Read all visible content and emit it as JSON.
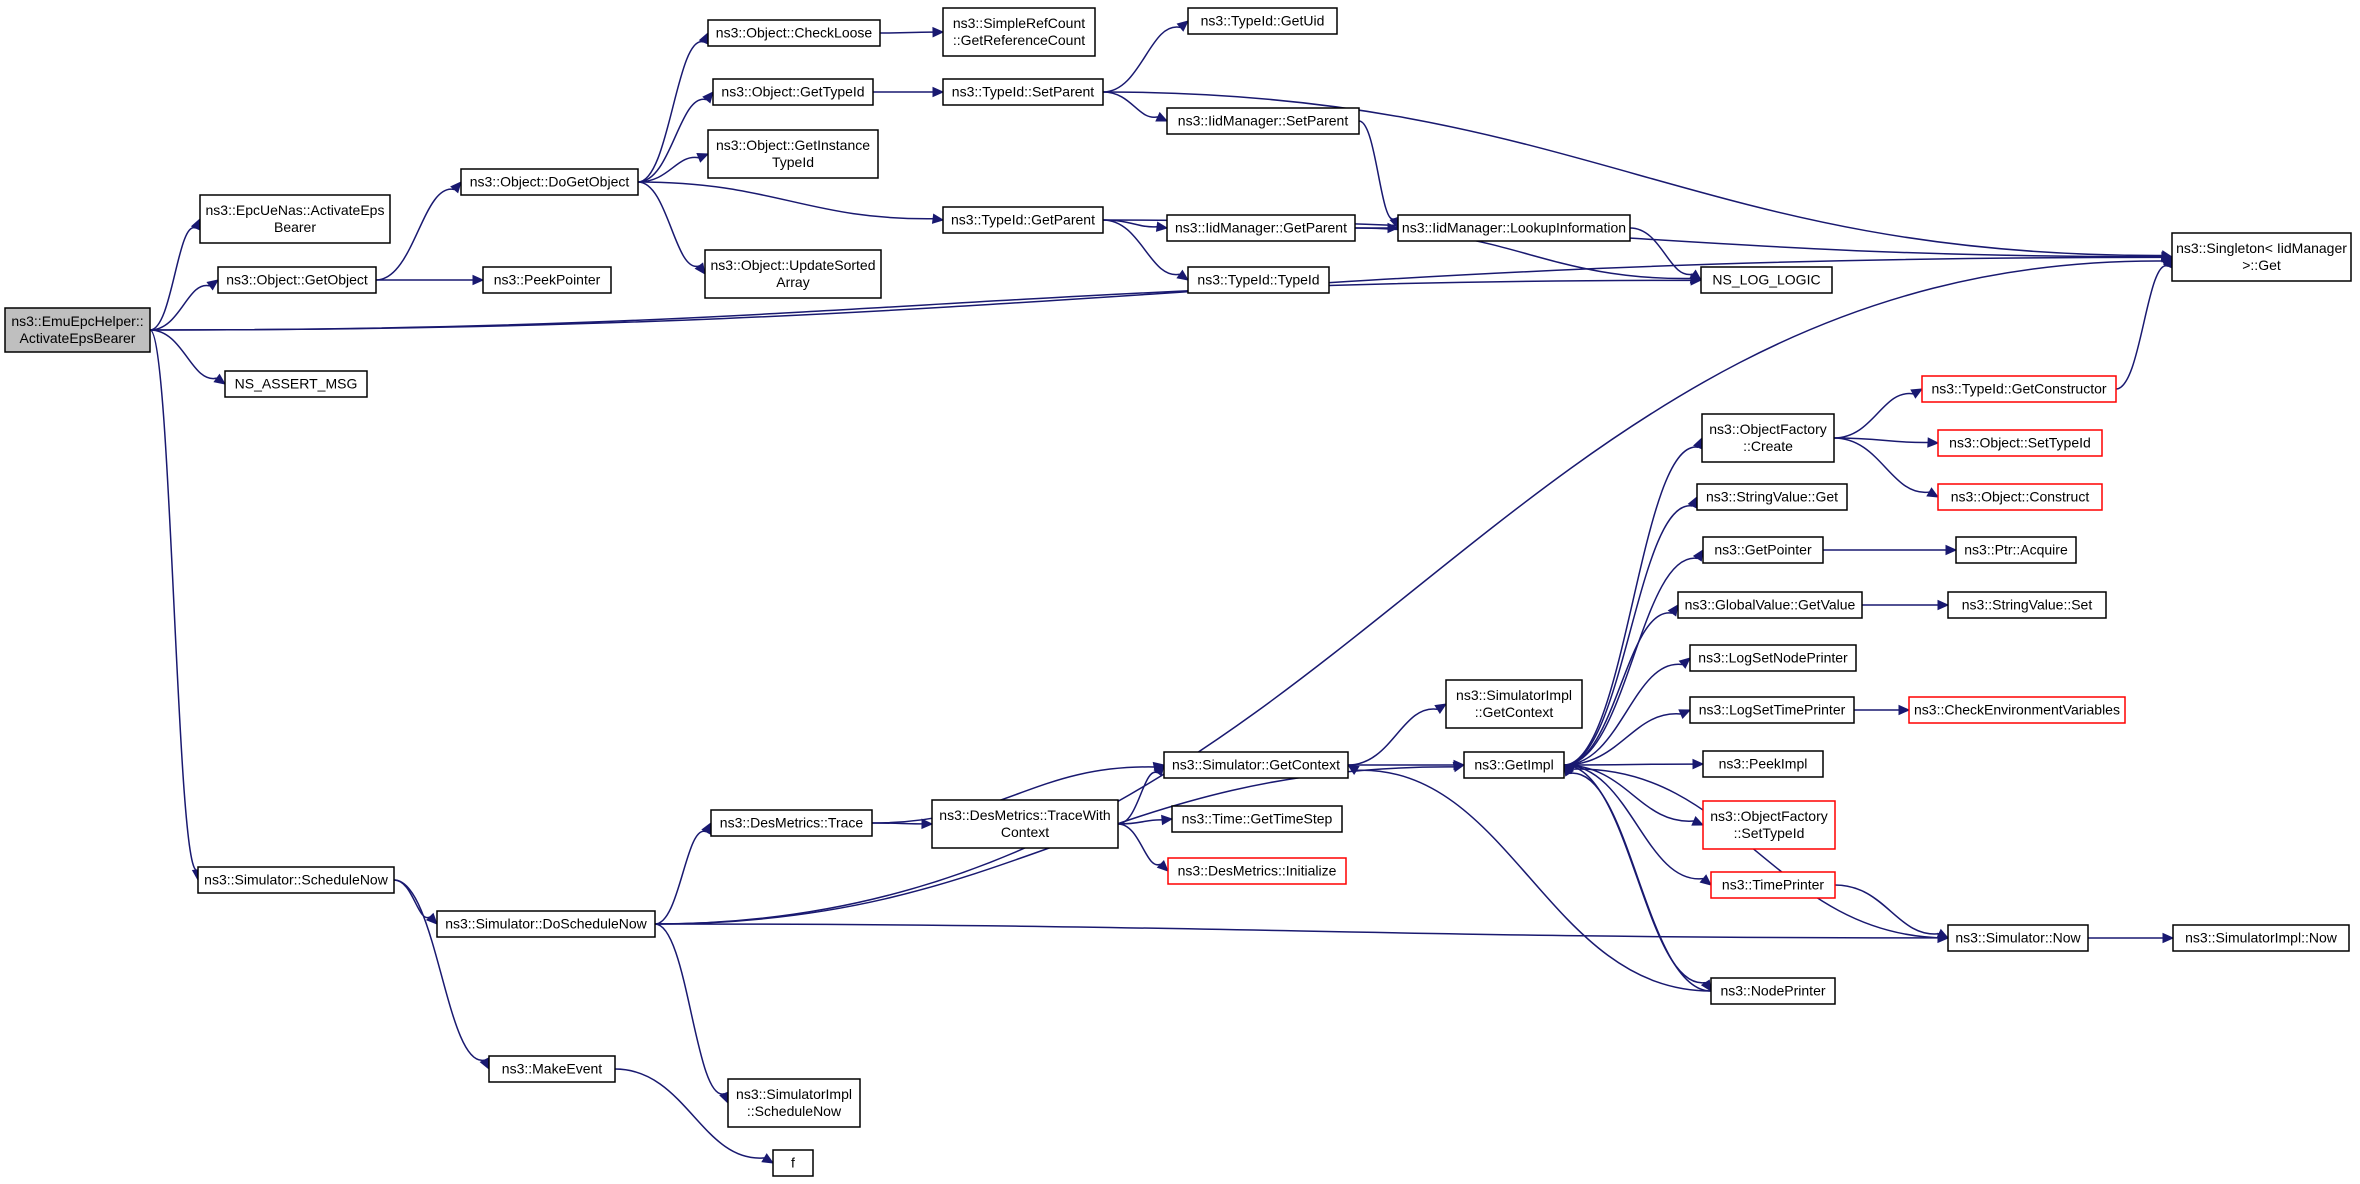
{
  "diagram": {
    "type": "call-graph",
    "root": "n_root",
    "nodes": [
      {
        "id": "n_root",
        "lines": [
          "ns3::EmuEpcHelper::",
          "ActivateEpsBearer"
        ],
        "style": "root"
      },
      {
        "id": "n_epcue",
        "lines": [
          "ns3::EpcUeNas::ActivateEps",
          "Bearer"
        ],
        "style": "normal"
      },
      {
        "id": "n_getobject",
        "lines": [
          "ns3::Object::GetObject"
        ],
        "style": "normal"
      },
      {
        "id": "n_assert",
        "lines": [
          "NS_ASSERT_MSG"
        ],
        "style": "normal"
      },
      {
        "id": "n_schednow",
        "lines": [
          "ns3::Simulator::ScheduleNow"
        ],
        "style": "normal"
      },
      {
        "id": "n_dogetobject",
        "lines": [
          "ns3::Object::DoGetObject"
        ],
        "style": "normal"
      },
      {
        "id": "n_peekpointer",
        "lines": [
          "ns3::PeekPointer"
        ],
        "style": "normal"
      },
      {
        "id": "n_checkloose",
        "lines": [
          "ns3::Object::CheckLoose"
        ],
        "style": "normal"
      },
      {
        "id": "n_gettypeid",
        "lines": [
          "ns3::Object::GetTypeId"
        ],
        "style": "normal"
      },
      {
        "id": "n_getinsttypeid",
        "lines": [
          "ns3::Object::GetInstance",
          "TypeId"
        ],
        "style": "normal"
      },
      {
        "id": "n_updatesorted",
        "lines": [
          "ns3::Object::UpdateSorted",
          "Array"
        ],
        "style": "normal"
      },
      {
        "id": "n_simplerefcount",
        "lines": [
          "ns3::SimpleRefCount",
          "::GetReferenceCount"
        ],
        "style": "normal"
      },
      {
        "id": "n_setparent",
        "lines": [
          "ns3::TypeId::SetParent"
        ],
        "style": "normal"
      },
      {
        "id": "n_getparent",
        "lines": [
          "ns3::TypeId::GetParent"
        ],
        "style": "normal"
      },
      {
        "id": "n_getuid",
        "lines": [
          "ns3::TypeId::GetUid"
        ],
        "style": "normal"
      },
      {
        "id": "n_iidsetparent",
        "lines": [
          "ns3::IidManager::SetParent"
        ],
        "style": "normal"
      },
      {
        "id": "n_iidgetparent",
        "lines": [
          "ns3::IidManager::GetParent"
        ],
        "style": "normal"
      },
      {
        "id": "n_typeidtypeid",
        "lines": [
          "ns3::TypeId::TypeId"
        ],
        "style": "normal"
      },
      {
        "id": "n_lookup",
        "lines": [
          "ns3::IidManager::LookupInformation"
        ],
        "style": "normal"
      },
      {
        "id": "n_nslog",
        "lines": [
          "NS_LOG_LOGIC"
        ],
        "style": "normal"
      },
      {
        "id": "n_singleton",
        "lines": [
          "ns3::Singleton< IidManager",
          ">::Get"
        ],
        "style": "normal"
      },
      {
        "id": "n_doschednow",
        "lines": [
          "ns3::Simulator::DoScheduleNow"
        ],
        "style": "normal"
      },
      {
        "id": "n_makeevent",
        "lines": [
          "ns3::MakeEvent"
        ],
        "style": "normal"
      },
      {
        "id": "n_f",
        "lines": [
          "f"
        ],
        "style": "normal"
      },
      {
        "id": "n_simimplsched",
        "lines": [
          "ns3::SimulatorImpl",
          "::ScheduleNow"
        ],
        "style": "normal"
      },
      {
        "id": "n_desmtrace",
        "lines": [
          "ns3::DesMetrics::Trace"
        ],
        "style": "normal"
      },
      {
        "id": "n_desmtracectx",
        "lines": [
          "ns3::DesMetrics::TraceWith",
          "Context"
        ],
        "style": "normal"
      },
      {
        "id": "n_gettimestep",
        "lines": [
          "ns3::Time::GetTimeStep"
        ],
        "style": "normal"
      },
      {
        "id": "n_desminit",
        "lines": [
          "ns3::DesMetrics::Initialize"
        ],
        "style": "red"
      },
      {
        "id": "n_simgetctx",
        "lines": [
          "ns3::Simulator::GetContext"
        ],
        "style": "normal"
      },
      {
        "id": "n_simimplgetctx",
        "lines": [
          "ns3::SimulatorImpl",
          "::GetContext"
        ],
        "style": "normal"
      },
      {
        "id": "n_getimpl",
        "lines": [
          "ns3::GetImpl"
        ],
        "style": "normal"
      },
      {
        "id": "n_ofcreate",
        "lines": [
          "ns3::ObjectFactory",
          "::Create"
        ],
        "style": "normal"
      },
      {
        "id": "n_strvalget",
        "lines": [
          "ns3::StringValue::Get"
        ],
        "style": "normal"
      },
      {
        "id": "n_getpointer",
        "lines": [
          "ns3::GetPointer"
        ],
        "style": "normal"
      },
      {
        "id": "n_globalget",
        "lines": [
          "ns3::GlobalValue::GetValue"
        ],
        "style": "normal"
      },
      {
        "id": "n_logsetnode",
        "lines": [
          "ns3::LogSetNodePrinter"
        ],
        "style": "normal"
      },
      {
        "id": "n_logsettime",
        "lines": [
          "ns3::LogSetTimePrinter"
        ],
        "style": "normal"
      },
      {
        "id": "n_peekimpl",
        "lines": [
          "ns3::PeekImpl"
        ],
        "style": "normal"
      },
      {
        "id": "n_ofsettypeid",
        "lines": [
          "ns3::ObjectFactory",
          "::SetTypeId"
        ],
        "style": "red"
      },
      {
        "id": "n_timeprinter",
        "lines": [
          "ns3::TimePrinter"
        ],
        "style": "red"
      },
      {
        "id": "n_nodeprinter",
        "lines": [
          "ns3::NodePrinter"
        ],
        "style": "normal"
      },
      {
        "id": "n_getctor",
        "lines": [
          "ns3::TypeId::GetConstructor"
        ],
        "style": "red"
      },
      {
        "id": "n_objsettypeid",
        "lines": [
          "ns3::Object::SetTypeId"
        ],
        "style": "red"
      },
      {
        "id": "n_objconstruct",
        "lines": [
          "ns3::Object::Construct"
        ],
        "style": "red"
      },
      {
        "id": "n_ptracquire",
        "lines": [
          "ns3::Ptr::Acquire"
        ],
        "style": "normal"
      },
      {
        "id": "n_strvalset",
        "lines": [
          "ns3::StringValue::Set"
        ],
        "style": "normal"
      },
      {
        "id": "n_checkenv",
        "lines": [
          "ns3::CheckEnvironmentVariables"
        ],
        "style": "red"
      },
      {
        "id": "n_simnow",
        "lines": [
          "ns3::Simulator::Now"
        ],
        "style": "normal"
      },
      {
        "id": "n_simimplnow",
        "lines": [
          "ns3::SimulatorImpl::Now"
        ],
        "style": "normal"
      }
    ],
    "edges": [
      [
        "n_root",
        "n_epcue"
      ],
      [
        "n_root",
        "n_getobject"
      ],
      [
        "n_root",
        "n_assert"
      ],
      [
        "n_root",
        "n_schednow"
      ],
      [
        "n_root",
        "n_nslog"
      ],
      [
        "n_root",
        "n_singleton"
      ],
      [
        "n_getobject",
        "n_dogetobject"
      ],
      [
        "n_getobject",
        "n_peekpointer"
      ],
      [
        "n_dogetobject",
        "n_checkloose"
      ],
      [
        "n_dogetobject",
        "n_gettypeid"
      ],
      [
        "n_dogetobject",
        "n_getinsttypeid"
      ],
      [
        "n_dogetobject",
        "n_updatesorted"
      ],
      [
        "n_dogetobject",
        "n_getparent"
      ],
      [
        "n_checkloose",
        "n_simplerefcount"
      ],
      [
        "n_gettypeid",
        "n_setparent"
      ],
      [
        "n_setparent",
        "n_getuid"
      ],
      [
        "n_setparent",
        "n_iidsetparent"
      ],
      [
        "n_setparent",
        "n_singleton"
      ],
      [
        "n_getparent",
        "n_iidgetparent"
      ],
      [
        "n_getparent",
        "n_typeidtypeid"
      ],
      [
        "n_getparent",
        "n_singleton"
      ],
      [
        "n_iidsetparent",
        "n_lookup"
      ],
      [
        "n_iidgetparent",
        "n_lookup"
      ],
      [
        "n_iidgetparent",
        "n_nslog"
      ],
      [
        "n_lookup",
        "n_nslog"
      ],
      [
        "n_schednow",
        "n_doschednow"
      ],
      [
        "n_schednow",
        "n_makeevent"
      ],
      [
        "n_makeevent",
        "n_f"
      ],
      [
        "n_doschednow",
        "n_singleton"
      ],
      [
        "n_doschednow",
        "n_desmtrace"
      ],
      [
        "n_doschednow",
        "n_getimpl"
      ],
      [
        "n_doschednow",
        "n_simimplsched"
      ],
      [
        "n_doschednow",
        "n_simnow"
      ],
      [
        "n_desmtrace",
        "n_desmtracectx"
      ],
      [
        "n_desmtrace",
        "n_simgetctx"
      ],
      [
        "n_desmtracectx",
        "n_simgetctx"
      ],
      [
        "n_desmtracectx",
        "n_gettimestep"
      ],
      [
        "n_desmtracectx",
        "n_desminit"
      ],
      [
        "n_simgetctx",
        "n_simimplgetctx"
      ],
      [
        "n_simgetctx",
        "n_getimpl"
      ],
      [
        "n_getimpl",
        "n_ofcreate"
      ],
      [
        "n_getimpl",
        "n_strvalget"
      ],
      [
        "n_getimpl",
        "n_getpointer"
      ],
      [
        "n_getimpl",
        "n_globalget"
      ],
      [
        "n_getimpl",
        "n_logsetnode"
      ],
      [
        "n_getimpl",
        "n_logsettime"
      ],
      [
        "n_getimpl",
        "n_peekimpl"
      ],
      [
        "n_getimpl",
        "n_ofsettypeid"
      ],
      [
        "n_getimpl",
        "n_timeprinter"
      ],
      [
        "n_getimpl",
        "n_nodeprinter"
      ],
      [
        "n_ofcreate",
        "n_getctor"
      ],
      [
        "n_ofcreate",
        "n_objsettypeid"
      ],
      [
        "n_ofcreate",
        "n_objconstruct"
      ],
      [
        "n_getctor",
        "n_singleton"
      ],
      [
        "n_getpointer",
        "n_ptracquire"
      ],
      [
        "n_globalget",
        "n_strvalset"
      ],
      [
        "n_logsettime",
        "n_checkenv"
      ],
      [
        "n_timeprinter",
        "n_simnow"
      ],
      [
        "n_simnow",
        "n_getimpl"
      ],
      [
        "n_simnow",
        "n_simimplnow"
      ],
      [
        "n_nodeprinter",
        "n_simgetctx"
      ],
      [
        "n_nodeprinter",
        "n_getimpl"
      ]
    ],
    "colors": {
      "edge": "#191970",
      "box_border": "#000000",
      "box_border_missing": "#ff0000",
      "root_fill": "#bfbfbf"
    }
  }
}
